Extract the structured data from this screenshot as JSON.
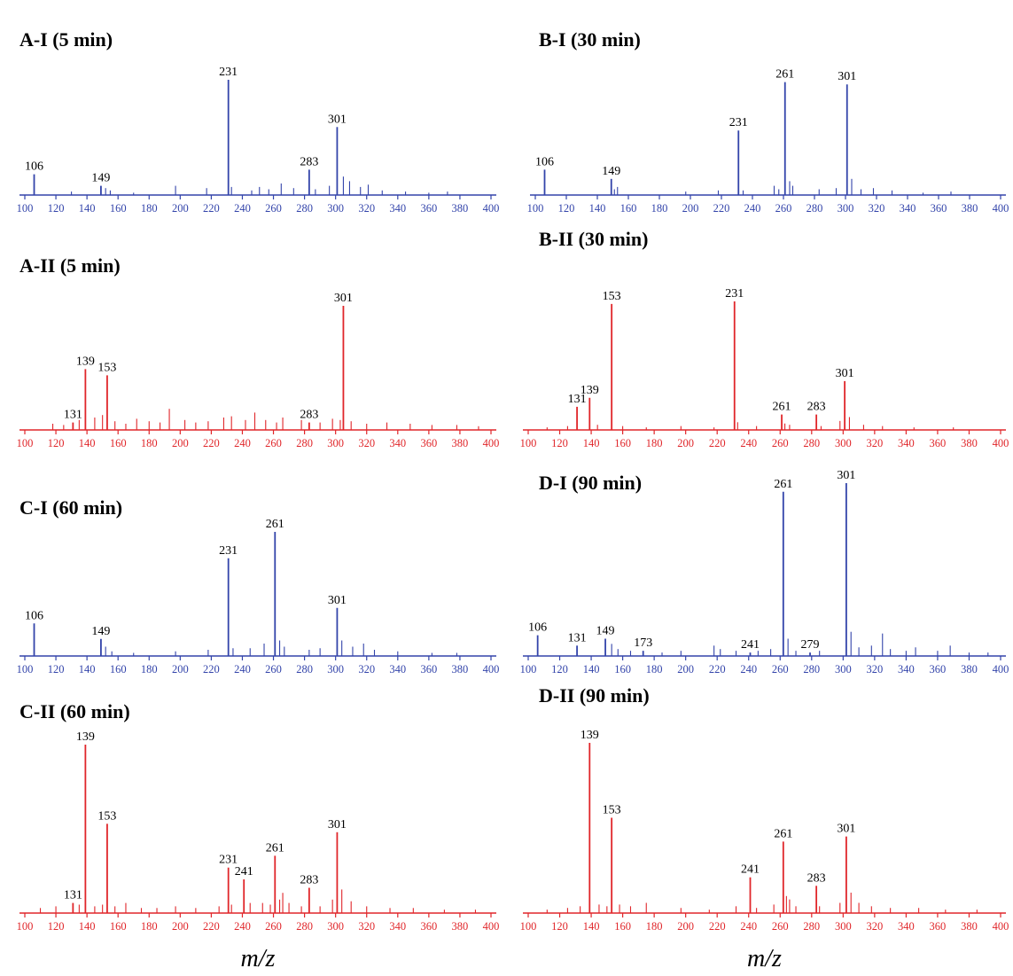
{
  "colors": {
    "blue": "#3344aa",
    "red": "#e0262a"
  },
  "chart_data": [
    {
      "type": "bar",
      "id": "A-I",
      "title": "A-I (5 min)",
      "color": "blue",
      "xlim": [
        100,
        400
      ],
      "xticks": [
        100,
        120,
        140,
        160,
        180,
        200,
        220,
        240,
        260,
        280,
        300,
        320,
        340,
        360,
        380,
        400
      ],
      "ylim": [
        0,
        100
      ],
      "xlabel": "",
      "peaks": [
        {
          "mz": 106,
          "rel": 18,
          "label": "106"
        },
        {
          "mz": 149,
          "rel": 8,
          "label": "149"
        },
        {
          "mz": 231,
          "rel": 100,
          "label": "231"
        },
        {
          "mz": 283,
          "rel": 22,
          "label": "283"
        },
        {
          "mz": 301,
          "rel": 59,
          "label": "301"
        }
      ],
      "noise": [
        [
          130,
          3
        ],
        [
          152,
          6
        ],
        [
          155,
          4
        ],
        [
          170,
          2
        ],
        [
          197,
          8
        ],
        [
          217,
          6
        ],
        [
          233,
          7
        ],
        [
          246,
          4
        ],
        [
          251,
          7
        ],
        [
          257,
          5
        ],
        [
          265,
          10
        ],
        [
          273,
          6
        ],
        [
          287,
          5
        ],
        [
          296,
          8
        ],
        [
          305,
          16
        ],
        [
          309,
          12
        ],
        [
          316,
          7
        ],
        [
          321,
          9
        ],
        [
          330,
          4
        ],
        [
          345,
          3
        ],
        [
          360,
          2
        ],
        [
          372,
          3
        ]
      ]
    },
    {
      "type": "bar",
      "id": "B-I",
      "title": "B-I (30 min)",
      "color": "blue",
      "xlim": [
        100,
        400
      ],
      "xticks": [
        100,
        120,
        140,
        160,
        180,
        200,
        220,
        240,
        260,
        280,
        300,
        320,
        340,
        360,
        380,
        400
      ],
      "ylim": [
        0,
        100
      ],
      "xlabel": "",
      "peaks": [
        {
          "mz": 106,
          "rel": 22,
          "label": "106"
        },
        {
          "mz": 149,
          "rel": 14,
          "label": "149"
        },
        {
          "mz": 231,
          "rel": 56,
          "label": "231"
        },
        {
          "mz": 261,
          "rel": 98,
          "label": "261"
        },
        {
          "mz": 301,
          "rel": 96,
          "label": "301"
        }
      ],
      "noise": [
        [
          151,
          5
        ],
        [
          153,
          7
        ],
        [
          197,
          3
        ],
        [
          218,
          4
        ],
        [
          234,
          4
        ],
        [
          254,
          8
        ],
        [
          257,
          5
        ],
        [
          264,
          12
        ],
        [
          266,
          8
        ],
        [
          283,
          5
        ],
        [
          294,
          6
        ],
        [
          304,
          14
        ],
        [
          310,
          5
        ],
        [
          318,
          6
        ],
        [
          330,
          4
        ],
        [
          350,
          2
        ],
        [
          368,
          3
        ]
      ]
    },
    {
      "type": "bar",
      "id": "A-II",
      "title": "A-II (5 min)",
      "color": "red",
      "xlim": [
        100,
        400
      ],
      "xticks": [
        100,
        120,
        140,
        160,
        180,
        200,
        220,
        240,
        260,
        280,
        300,
        320,
        340,
        360,
        380,
        400
      ],
      "ylim": [
        0,
        100
      ],
      "xlabel": "",
      "peaks": [
        {
          "mz": 131,
          "rel": 6,
          "label": "131"
        },
        {
          "mz": 139,
          "rel": 49,
          "label": "139"
        },
        {
          "mz": 153,
          "rel": 44,
          "label": "153"
        },
        {
          "mz": 283,
          "rel": 6,
          "label": "283"
        },
        {
          "mz": 305,
          "rel": 100,
          "label": "301"
        }
      ],
      "noise": [
        [
          118,
          5
        ],
        [
          125,
          4
        ],
        [
          135,
          8
        ],
        [
          145,
          10
        ],
        [
          150,
          12
        ],
        [
          158,
          7
        ],
        [
          165,
          5
        ],
        [
          172,
          9
        ],
        [
          180,
          7
        ],
        [
          187,
          6
        ],
        [
          193,
          17
        ],
        [
          203,
          8
        ],
        [
          210,
          6
        ],
        [
          218,
          7
        ],
        [
          228,
          10
        ],
        [
          233,
          11
        ],
        [
          242,
          8
        ],
        [
          248,
          14
        ],
        [
          255,
          8
        ],
        [
          262,
          6
        ],
        [
          266,
          10
        ],
        [
          278,
          8
        ],
        [
          290,
          6
        ],
        [
          298,
          9
        ],
        [
          303,
          8
        ],
        [
          310,
          7
        ],
        [
          320,
          5
        ],
        [
          333,
          6
        ],
        [
          348,
          5
        ],
        [
          362,
          4
        ],
        [
          378,
          4
        ],
        [
          392,
          3
        ]
      ]
    },
    {
      "type": "bar",
      "id": "B-II",
      "title": "B-II (30 min)",
      "color": "red",
      "xlim": [
        100,
        400
      ],
      "xticks": [
        100,
        120,
        140,
        160,
        180,
        200,
        220,
        240,
        260,
        280,
        300,
        320,
        340,
        360,
        380,
        400
      ],
      "ylim": [
        0,
        100
      ],
      "xlabel": "",
      "peaks": [
        {
          "mz": 131,
          "rel": 18,
          "label": "131"
        },
        {
          "mz": 139,
          "rel": 25,
          "label": "139"
        },
        {
          "mz": 153,
          "rel": 98,
          "label": "153"
        },
        {
          "mz": 231,
          "rel": 100,
          "label": "231"
        },
        {
          "mz": 261,
          "rel": 12,
          "label": "261"
        },
        {
          "mz": 283,
          "rel": 12,
          "label": "283"
        },
        {
          "mz": 301,
          "rel": 38,
          "label": "301"
        }
      ],
      "noise": [
        [
          112,
          2
        ],
        [
          125,
          3
        ],
        [
          144,
          4
        ],
        [
          160,
          3
        ],
        [
          175,
          2
        ],
        [
          197,
          3
        ],
        [
          218,
          2
        ],
        [
          233,
          6
        ],
        [
          245,
          3
        ],
        [
          263,
          5
        ],
        [
          266,
          4
        ],
        [
          286,
          3
        ],
        [
          298,
          7
        ],
        [
          304,
          10
        ],
        [
          313,
          4
        ],
        [
          325,
          3
        ],
        [
          345,
          2
        ],
        [
          370,
          2
        ]
      ]
    },
    {
      "type": "bar",
      "id": "C-I",
      "title": "C-I (60 min)",
      "color": "blue",
      "xlim": [
        100,
        400
      ],
      "xticks": [
        100,
        120,
        140,
        160,
        180,
        200,
        220,
        240,
        260,
        280,
        300,
        320,
        340,
        360,
        380,
        400
      ],
      "ylim": [
        0,
        100
      ],
      "xlabel": "",
      "peaks": [
        {
          "mz": 106,
          "rel": 21,
          "label": "106"
        },
        {
          "mz": 149,
          "rel": 11,
          "label": "149"
        },
        {
          "mz": 231,
          "rel": 63,
          "label": "231"
        },
        {
          "mz": 261,
          "rel": 80,
          "label": "261"
        },
        {
          "mz": 301,
          "rel": 31,
          "label": "301"
        }
      ],
      "noise": [
        [
          152,
          6
        ],
        [
          156,
          3
        ],
        [
          170,
          2
        ],
        [
          197,
          3
        ],
        [
          218,
          4
        ],
        [
          234,
          5
        ],
        [
          245,
          5
        ],
        [
          254,
          8
        ],
        [
          264,
          10
        ],
        [
          267,
          6
        ],
        [
          283,
          4
        ],
        [
          290,
          5
        ],
        [
          304,
          10
        ],
        [
          311,
          6
        ],
        [
          318,
          8
        ],
        [
          325,
          4
        ],
        [
          340,
          3
        ],
        [
          362,
          2
        ],
        [
          378,
          2
        ]
      ]
    },
    {
      "type": "bar",
      "id": "D-I",
      "title": "D-I (90 min)",
      "color": "blue",
      "xlim": [
        100,
        400
      ],
      "xticks": [
        100,
        120,
        140,
        160,
        180,
        200,
        220,
        240,
        260,
        280,
        300,
        320,
        340,
        360,
        380,
        400
      ],
      "ylim": [
        0,
        100
      ],
      "xlabel": "",
      "peaks": [
        {
          "mz": 106,
          "rel": 12,
          "label": "106"
        },
        {
          "mz": 131,
          "rel": 6,
          "label": "131"
        },
        {
          "mz": 149,
          "rel": 10,
          "label": "149"
        },
        {
          "mz": 173,
          "rel": 3,
          "label": "173"
        },
        {
          "mz": 241,
          "rel": 2,
          "label": "241"
        },
        {
          "mz": 262,
          "rel": 95,
          "label": "261"
        },
        {
          "mz": 279,
          "rel": 2,
          "label": "279"
        },
        {
          "mz": 302,
          "rel": 100,
          "label": "301"
        }
      ],
      "noise": [
        [
          153,
          7
        ],
        [
          157,
          4
        ],
        [
          165,
          3
        ],
        [
          185,
          2
        ],
        [
          197,
          3
        ],
        [
          218,
          6
        ],
        [
          222,
          4
        ],
        [
          232,
          3
        ],
        [
          246,
          3
        ],
        [
          254,
          4
        ],
        [
          265,
          10
        ],
        [
          270,
          3
        ],
        [
          285,
          3
        ],
        [
          305,
          14
        ],
        [
          310,
          5
        ],
        [
          318,
          6
        ],
        [
          325,
          13
        ],
        [
          330,
          4
        ],
        [
          340,
          3
        ],
        [
          346,
          5
        ],
        [
          360,
          3
        ],
        [
          368,
          6
        ],
        [
          380,
          2
        ],
        [
          392,
          2
        ]
      ]
    },
    {
      "type": "bar",
      "id": "C-II",
      "title": "C-II (60 min)",
      "color": "red",
      "xlim": [
        100,
        400
      ],
      "xticks": [
        100,
        120,
        140,
        160,
        180,
        200,
        220,
        240,
        260,
        280,
        300,
        320,
        340,
        360,
        380,
        400
      ],
      "ylim": [
        0,
        100
      ],
      "xlabel": "m/z",
      "peaks": [
        {
          "mz": 131,
          "rel": 6,
          "label": "131"
        },
        {
          "mz": 139,
          "rel": 100,
          "label": "139"
        },
        {
          "mz": 153,
          "rel": 53,
          "label": "153"
        },
        {
          "mz": 231,
          "rel": 27,
          "label": "231"
        },
        {
          "mz": 241,
          "rel": 20,
          "label": "241"
        },
        {
          "mz": 261,
          "rel": 34,
          "label": "261"
        },
        {
          "mz": 283,
          "rel": 15,
          "label": "283"
        },
        {
          "mz": 301,
          "rel": 48,
          "label": "301"
        }
      ],
      "noise": [
        [
          110,
          3
        ],
        [
          120,
          4
        ],
        [
          135,
          5
        ],
        [
          145,
          4
        ],
        [
          150,
          5
        ],
        [
          158,
          4
        ],
        [
          165,
          6
        ],
        [
          175,
          3
        ],
        [
          185,
          3
        ],
        [
          197,
          4
        ],
        [
          210,
          3
        ],
        [
          225,
          4
        ],
        [
          233,
          5
        ],
        [
          245,
          6
        ],
        [
          253,
          6
        ],
        [
          258,
          5
        ],
        [
          264,
          8
        ],
        [
          266,
          12
        ],
        [
          270,
          6
        ],
        [
          278,
          4
        ],
        [
          290,
          4
        ],
        [
          298,
          8
        ],
        [
          304,
          14
        ],
        [
          310,
          7
        ],
        [
          320,
          4
        ],
        [
          335,
          3
        ],
        [
          350,
          3
        ],
        [
          370,
          2
        ],
        [
          390,
          2
        ]
      ]
    },
    {
      "type": "bar",
      "id": "D-II",
      "title": "D-II (90 min)",
      "color": "red",
      "xlim": [
        100,
        400
      ],
      "xticks": [
        100,
        120,
        140,
        160,
        180,
        200,
        220,
        240,
        260,
        280,
        300,
        320,
        340,
        360,
        380,
        400
      ],
      "ylim": [
        0,
        100
      ],
      "xlabel": "m/z",
      "peaks": [
        {
          "mz": 139,
          "rel": 100,
          "label": "139"
        },
        {
          "mz": 153,
          "rel": 56,
          "label": "153"
        },
        {
          "mz": 241,
          "rel": 21,
          "label": "241"
        },
        {
          "mz": 262,
          "rel": 42,
          "label": "261"
        },
        {
          "mz": 283,
          "rel": 16,
          "label": "283"
        },
        {
          "mz": 302,
          "rel": 45,
          "label": "301"
        }
      ],
      "noise": [
        [
          112,
          2
        ],
        [
          125,
          3
        ],
        [
          133,
          4
        ],
        [
          145,
          5
        ],
        [
          150,
          4
        ],
        [
          158,
          5
        ],
        [
          165,
          4
        ],
        [
          175,
          6
        ],
        [
          197,
          3
        ],
        [
          215,
          2
        ],
        [
          232,
          4
        ],
        [
          245,
          3
        ],
        [
          256,
          5
        ],
        [
          264,
          10
        ],
        [
          266,
          8
        ],
        [
          270,
          4
        ],
        [
          285,
          4
        ],
        [
          298,
          6
        ],
        [
          305,
          12
        ],
        [
          310,
          6
        ],
        [
          318,
          4
        ],
        [
          330,
          3
        ],
        [
          348,
          3
        ],
        [
          365,
          2
        ],
        [
          385,
          2
        ]
      ]
    }
  ]
}
